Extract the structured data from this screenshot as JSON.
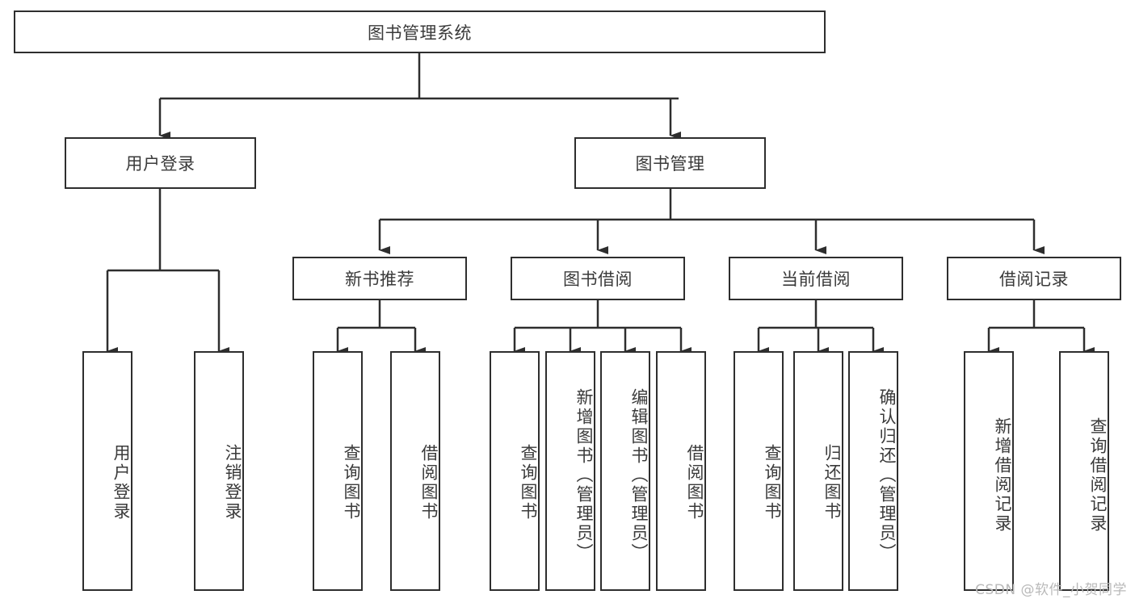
{
  "diagram": {
    "title": "图书管理系统",
    "watermark": "CSDN @软件_小贺同学",
    "stroke_color": "#2e2e2e",
    "text_color": "#3a3a3a",
    "background": "#ffffff",
    "root": {
      "label": "图书管理系统"
    },
    "level2": [
      {
        "label": "用户登录"
      },
      {
        "label": "图书管理"
      }
    ],
    "level3": [
      {
        "label": "新书推荐"
      },
      {
        "label": "图书借阅"
      },
      {
        "label": "当前借阅"
      },
      {
        "label": "借阅记录"
      }
    ],
    "leaves": {
      "user_login": [
        {
          "label": "用户登录"
        },
        {
          "label": "注销登录"
        }
      ],
      "new_book": [
        {
          "label": "查询图书"
        },
        {
          "label": "借阅图书"
        }
      ],
      "borrow_book": [
        {
          "label": "查询图书"
        },
        {
          "label": "新增图书（管理员）"
        },
        {
          "label": "编辑图书（管理员）"
        },
        {
          "label": "借阅图书"
        }
      ],
      "current_borrow": [
        {
          "label": "查询图书"
        },
        {
          "label": "归还图书"
        },
        {
          "label": "确认归还（管理员）"
        }
      ],
      "borrow_record": [
        {
          "label": "新增借阅记录"
        },
        {
          "label": "查询借阅记录"
        }
      ]
    }
  }
}
